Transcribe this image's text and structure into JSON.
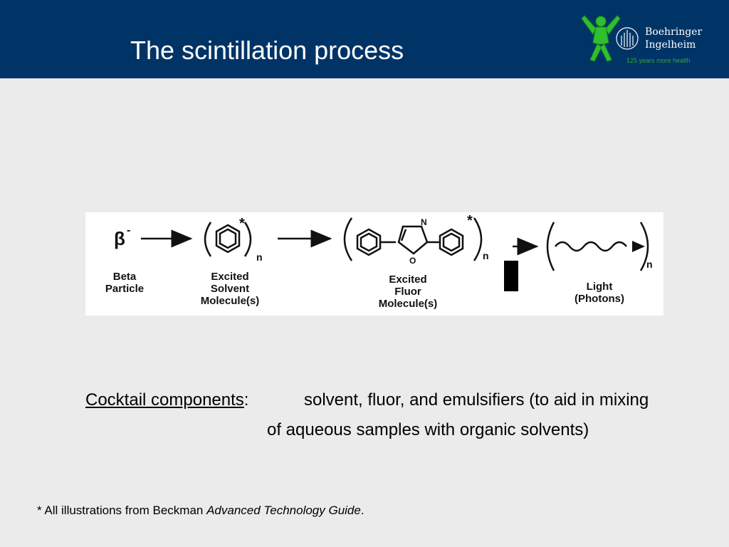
{
  "slide": {
    "title": "The scintillation process",
    "brand_line1": "Boehringer",
    "brand_line2": "Ingelheim",
    "tagline": "125 years more health"
  },
  "figure": {
    "beta_symbol": "β",
    "beta_charge": "-",
    "excited_marker": "*",
    "subscript_n": "n",
    "oxazole_N": "N",
    "oxazole_O": "O",
    "labels": {
      "beta": "Beta\nParticle",
      "solvent": "Excited\nSolvent\nMolecule(s)",
      "fluor": "Excited\nFluor\nMolecule(s)",
      "light": "Light\n(Photons)"
    }
  },
  "body": {
    "term": "Cocktail components",
    "colon": ":",
    "description": "solvent, fluor, and emulsifiers (to aid in mixing of aqueous samples with organic solvents)"
  },
  "footnote": {
    "prefix": "* All illustrations from Beckman ",
    "source": "Advanced Technology Guide",
    "suffix": "."
  }
}
